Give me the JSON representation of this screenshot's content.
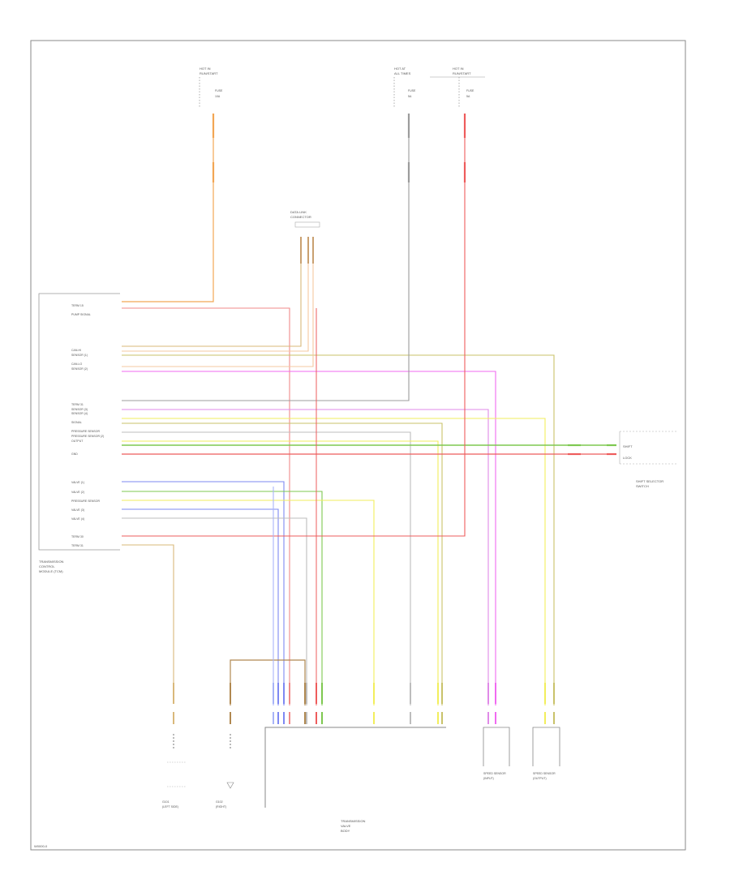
{
  "diagram": {
    "code": "W0000-0",
    "tcm": {
      "title_lines": [
        "TRANSMISSION",
        "CONTROL",
        "MODULE (TCM)"
      ],
      "pin_labels": [
        "TERM 15",
        "PUMP SIGNAL",
        "CAN-HI",
        "SENSOR (1)",
        "CAN-LO",
        "SENSOR (2)",
        "TERM 31",
        "SENSOR (3)",
        "SENSOR (4)",
        "SIGNAL",
        "PRESSURE SENSOR",
        "PRESSURE SENSOR (2)",
        "OUTPUT",
        "GND",
        "VALVE (1)",
        "VALVE (2)",
        "PRESSURE SENSOR",
        "VALVE (3)",
        "VALVE (4)",
        "TERM 30",
        "TERM 31"
      ]
    },
    "hot_left": {
      "lines": [
        "HOT IN",
        "RUN/START"
      ],
      "fuse": "FUSE",
      "amp": "10A"
    },
    "hot_mid": {
      "lines": [
        "HOT AT",
        "ALL TIMES"
      ],
      "fuse": "FUSE",
      "amp": "5A"
    },
    "hot_right": {
      "lines": [
        "HOT IN",
        "RUN/START"
      ],
      "fuse": "FUSE",
      "amp": "5A"
    },
    "data_link": {
      "lines": [
        "DATA LINK",
        "CONNECTOR"
      ]
    },
    "shift_lock": {
      "lines": [
        "SHIFT",
        "LOCK"
      ]
    },
    "shift_switch": {
      "lines": [
        "SHIFT SELECTOR",
        "SWITCH"
      ]
    },
    "transmission": {
      "lines": [
        "TRANSMISSION",
        "VALVE",
        "BODY"
      ]
    },
    "speed_sensor_1": {
      "lines": [
        "SPEED SENSOR",
        "(INPUT)"
      ]
    },
    "speed_sensor_2": {
      "lines": [
        "SPEED SENSOR",
        "(OUTPUT)"
      ]
    },
    "ground_1": {
      "lines": [
        "G101",
        "(LEFT SIDE)"
      ]
    },
    "ground_2": {
      "lines": [
        "G102",
        "(RIGHT)"
      ]
    }
  },
  "colors": {
    "orange": "#f2a654",
    "pink": "#f08a8a",
    "red": "#ee5c5c",
    "tan": "#d9b87a",
    "peach": "#f5c8a0",
    "magenta": "#f06af0",
    "violet": "#e08ae8",
    "gray": "#9c9c9c",
    "lightgray": "#bdbdbd",
    "yellow": "#f2ee5c",
    "olive": "#c9c26a",
    "green": "#7ec850",
    "blue": "#7e88f2",
    "lightblue": "#a8b4f8",
    "brown": "#b08850",
    "frame": "#8a8a8a"
  }
}
